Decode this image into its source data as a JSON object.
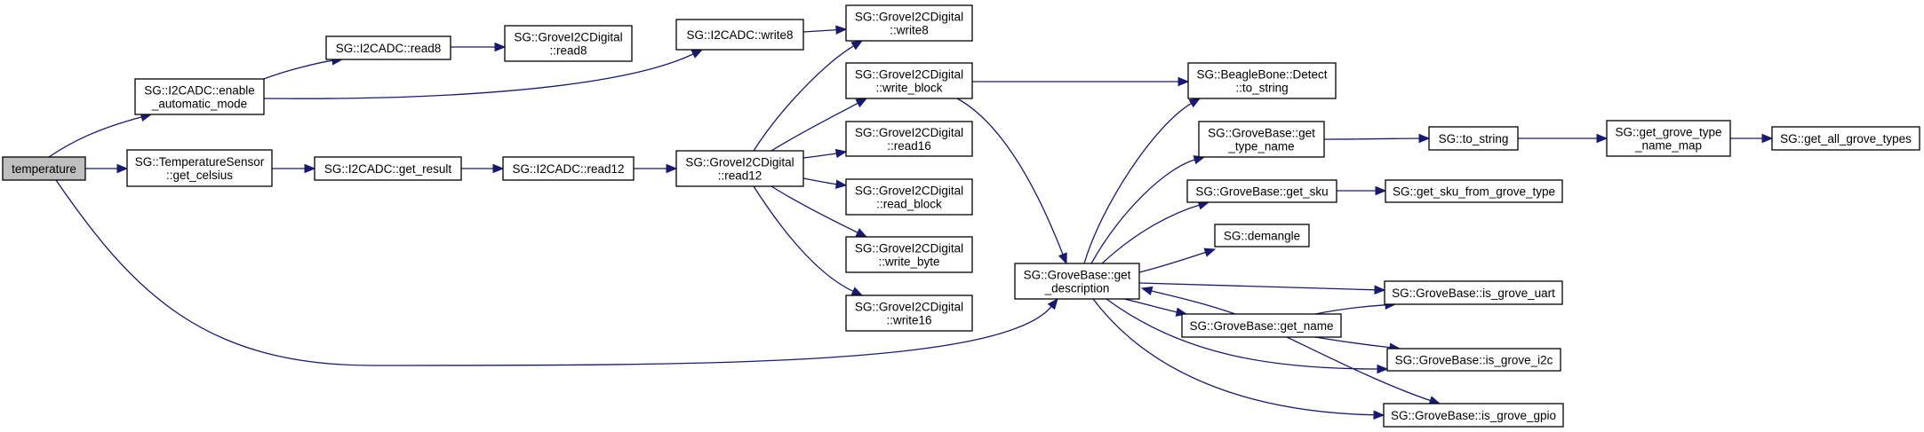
{
  "diagram": {
    "type": "call-graph",
    "root": "temperature",
    "colors": {
      "edge": "#191970",
      "root_fill": "#bfbfbf",
      "node_fill": "#ffffff",
      "node_border": "#000000"
    },
    "nodes": [
      {
        "id": "temperature",
        "lines": [
          "temperature"
        ],
        "root": true
      },
      {
        "id": "enable_auto",
        "lines": [
          "SG::I2CADC::enable",
          "_automatic_mode"
        ]
      },
      {
        "id": "get_celsius",
        "lines": [
          "SG::TemperatureSensor",
          "::get_celsius"
        ]
      },
      {
        "id": "adc_read8",
        "lines": [
          "SG::I2CADC::read8"
        ]
      },
      {
        "id": "gi2c_read8",
        "lines": [
          "SG::GroveI2CDigital",
          "::read8"
        ]
      },
      {
        "id": "adc_write8",
        "lines": [
          "SG::I2CADC::write8"
        ]
      },
      {
        "id": "get_result",
        "lines": [
          "SG::I2CADC::get_result"
        ]
      },
      {
        "id": "adc_read12",
        "lines": [
          "SG::I2CADC::read12"
        ]
      },
      {
        "id": "gi2c_read12",
        "lines": [
          "SG::GroveI2CDigital",
          "::read12"
        ]
      },
      {
        "id": "gi2c_write8",
        "lines": [
          "SG::GroveI2CDigital",
          "::write8"
        ]
      },
      {
        "id": "gi2c_write_block",
        "lines": [
          "SG::GroveI2CDigital",
          "::write_block"
        ]
      },
      {
        "id": "gi2c_read16",
        "lines": [
          "SG::GroveI2CDigital",
          "::read16"
        ]
      },
      {
        "id": "gi2c_read_block",
        "lines": [
          "SG::GroveI2CDigital",
          "::read_block"
        ]
      },
      {
        "id": "gi2c_write_byte",
        "lines": [
          "SG::GroveI2CDigital",
          "::write_byte"
        ]
      },
      {
        "id": "gi2c_write16",
        "lines": [
          "SG::GroveI2CDigital",
          "::write16"
        ]
      },
      {
        "id": "get_description",
        "lines": [
          "SG::GroveBase::get",
          "_description"
        ]
      },
      {
        "id": "bb_to_string",
        "lines": [
          "SG::BeagleBone::Detect",
          "::to_string"
        ]
      },
      {
        "id": "get_type_name",
        "lines": [
          "SG::GroveBase::get",
          "_type_name"
        ]
      },
      {
        "id": "get_sku",
        "lines": [
          "SG::GroveBase::get_sku"
        ]
      },
      {
        "id": "demangle",
        "lines": [
          "SG::demangle"
        ]
      },
      {
        "id": "get_name",
        "lines": [
          "SG::GroveBase::get_name"
        ]
      },
      {
        "id": "to_string",
        "lines": [
          "SG::to_string"
        ]
      },
      {
        "id": "type_name_map",
        "lines": [
          "SG::get_grove_type",
          "_name_map"
        ]
      },
      {
        "id": "all_grove_types",
        "lines": [
          "SG::get_all_grove_types"
        ]
      },
      {
        "id": "sku_from_type",
        "lines": [
          "SG::get_sku_from_grove_type"
        ]
      },
      {
        "id": "is_uart",
        "lines": [
          "SG::GroveBase::is_grove_uart"
        ]
      },
      {
        "id": "is_i2c",
        "lines": [
          "SG::GroveBase::is_grove_i2c"
        ]
      },
      {
        "id": "is_gpio",
        "lines": [
          "SG::GroveBase::is_grove_gpio"
        ]
      }
    ],
    "edges": [
      [
        "temperature",
        "enable_auto"
      ],
      [
        "temperature",
        "get_celsius"
      ],
      [
        "temperature",
        "get_description"
      ],
      [
        "enable_auto",
        "adc_read8"
      ],
      [
        "enable_auto",
        "adc_write8"
      ],
      [
        "adc_read8",
        "gi2c_read8"
      ],
      [
        "adc_write8",
        "gi2c_write8"
      ],
      [
        "get_celsius",
        "get_result"
      ],
      [
        "get_result",
        "adc_read12"
      ],
      [
        "adc_read12",
        "gi2c_read12"
      ],
      [
        "gi2c_read12",
        "gi2c_write8"
      ],
      [
        "gi2c_read12",
        "gi2c_write_block"
      ],
      [
        "gi2c_read12",
        "gi2c_read16"
      ],
      [
        "gi2c_read12",
        "gi2c_read_block"
      ],
      [
        "gi2c_read12",
        "gi2c_write_byte"
      ],
      [
        "gi2c_read12",
        "gi2c_write16"
      ],
      [
        "gi2c_write_block",
        "bb_to_string"
      ],
      [
        "gi2c_write_block",
        "get_description"
      ],
      [
        "get_description",
        "bb_to_string"
      ],
      [
        "get_description",
        "get_type_name"
      ],
      [
        "get_description",
        "get_sku"
      ],
      [
        "get_description",
        "demangle"
      ],
      [
        "get_description",
        "is_uart"
      ],
      [
        "get_description",
        "get_name"
      ],
      [
        "get_description",
        "is_i2c"
      ],
      [
        "get_description",
        "is_gpio"
      ],
      [
        "get_name",
        "get_description"
      ],
      [
        "get_name",
        "is_uart"
      ],
      [
        "get_name",
        "is_i2c"
      ],
      [
        "get_name",
        "is_gpio"
      ],
      [
        "get_type_name",
        "to_string"
      ],
      [
        "to_string",
        "type_name_map"
      ],
      [
        "type_name_map",
        "all_grove_types"
      ],
      [
        "get_sku",
        "sku_from_type"
      ]
    ]
  }
}
